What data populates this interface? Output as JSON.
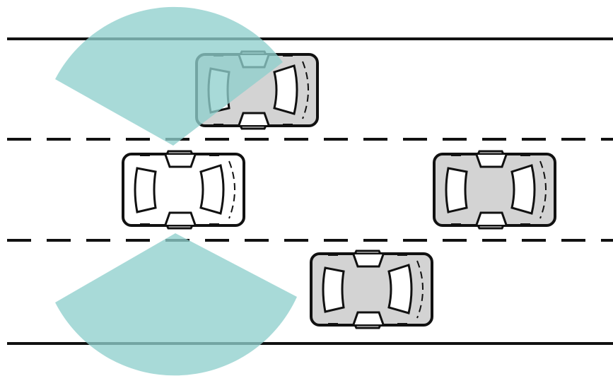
{
  "diagram": {
    "kind": "blind-spot-detection",
    "colors": {
      "background": "#ffffff",
      "road_line": "#111111",
      "sensor_zone": "#8fcfcd",
      "ego_car_body": "#ffffff",
      "other_car_body": "#d3d3d3",
      "outline": "#111111"
    },
    "lane_lines": [
      {
        "role": "road-edge-top",
        "style": "solid"
      },
      {
        "role": "lane-divider-upper",
        "style": "dashed"
      },
      {
        "role": "lane-divider-lower",
        "style": "dashed"
      },
      {
        "role": "road-edge-bottom",
        "style": "solid"
      }
    ],
    "sensor_zones": [
      {
        "side": "left-of-ego",
        "shape": "sector"
      },
      {
        "side": "right-of-ego",
        "shape": "sector"
      }
    ],
    "cars": [
      {
        "role": "ego",
        "lane": "middle",
        "color_key": "ego_car_body"
      },
      {
        "role": "other",
        "lane": "top",
        "color_key": "other_car_body",
        "in_sensor_zone": true
      },
      {
        "role": "other",
        "lane": "middle",
        "color_key": "other_car_body",
        "in_sensor_zone": false
      },
      {
        "role": "other",
        "lane": "bottom",
        "color_key": "other_car_body",
        "in_sensor_zone": false
      }
    ]
  }
}
